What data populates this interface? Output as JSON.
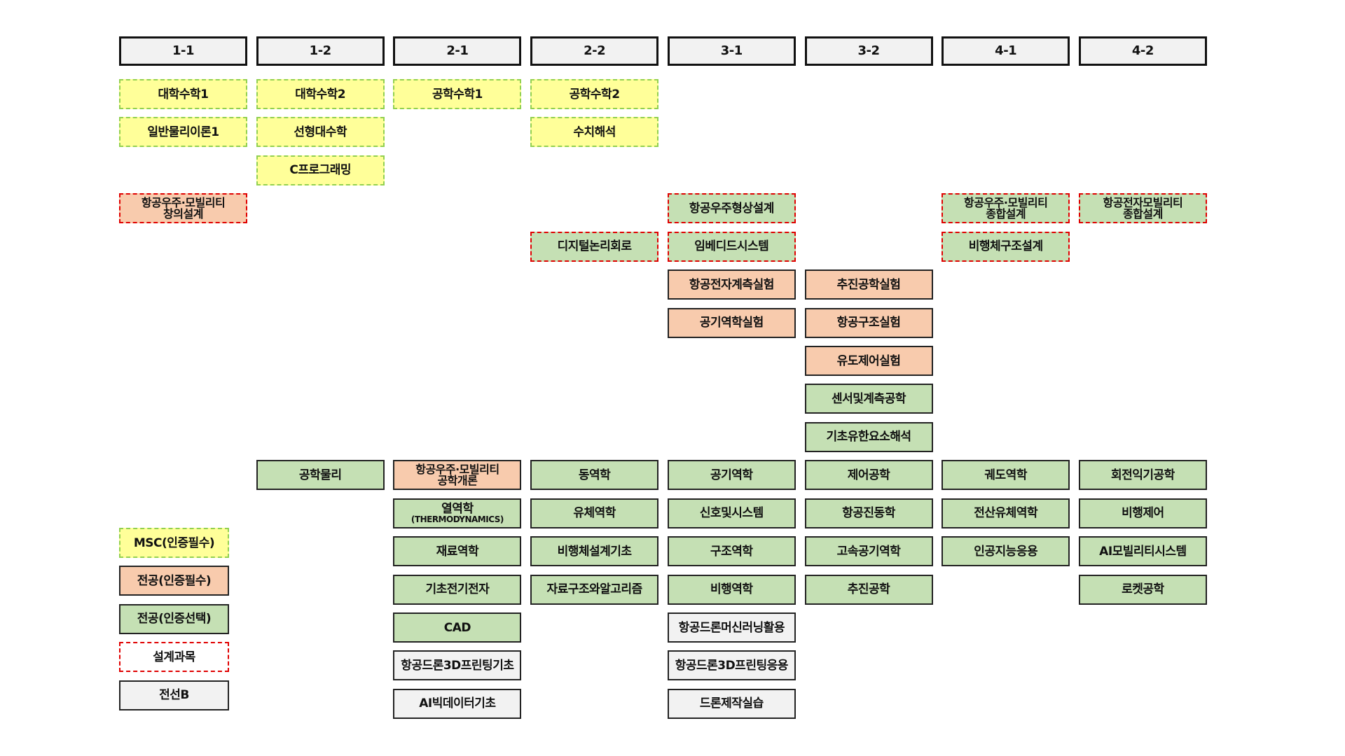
{
  "semesters": [
    "1-1",
    "1-2",
    "2-1",
    "2-2",
    "3-1",
    "3-2",
    "4-1",
    "4-2"
  ],
  "colors": {
    "msc": "#ffff99",
    "required": "#f8cbad",
    "selective": "#c5e0b4",
    "elective": "#f2f2f2",
    "design_border": "#e00000",
    "msc_border": "#92d050"
  },
  "courses": [
    {
      "col": 0,
      "row": 1,
      "type": "msc",
      "lines": [
        "대학수학1"
      ]
    },
    {
      "col": 1,
      "row": 1,
      "type": "msc",
      "lines": [
        "대학수학2"
      ]
    },
    {
      "col": 2,
      "row": 1,
      "type": "msc",
      "lines": [
        "공학수학1"
      ]
    },
    {
      "col": 3,
      "row": 1,
      "type": "msc",
      "lines": [
        "공학수학2"
      ]
    },
    {
      "col": 0,
      "row": 2,
      "type": "msc",
      "lines": [
        "일반물리이론1"
      ]
    },
    {
      "col": 1,
      "row": 2,
      "type": "msc",
      "lines": [
        "선형대수학"
      ]
    },
    {
      "col": 3,
      "row": 2,
      "type": "msc",
      "lines": [
        "수치해석"
      ]
    },
    {
      "col": 1,
      "row": 3,
      "type": "msc",
      "lines": [
        "C프로그래밍"
      ]
    },
    {
      "col": 0,
      "row": 4,
      "type": "reqdesign",
      "lines": [
        "항공우주·모빌리티",
        "창의설계"
      ]
    },
    {
      "col": 4,
      "row": 4,
      "type": "seldesign",
      "lines": [
        "항공우주형상설계"
      ]
    },
    {
      "col": 6,
      "row": 4,
      "type": "seldesign",
      "lines": [
        "항공우주·모빌리티",
        "종합설계"
      ]
    },
    {
      "col": 7,
      "row": 4,
      "type": "seldesign",
      "lines": [
        "항공전자모빌리티",
        "종합설계"
      ]
    },
    {
      "col": 3,
      "row": 5,
      "type": "seldesign",
      "lines": [
        "디지털논리회로"
      ]
    },
    {
      "col": 4,
      "row": 5,
      "type": "seldesign",
      "lines": [
        "임베디드시스템"
      ]
    },
    {
      "col": 6,
      "row": 5,
      "type": "seldesign",
      "lines": [
        "비행체구조설계"
      ]
    },
    {
      "col": 4,
      "row": 6,
      "type": "req",
      "lines": [
        "항공전자계측실험"
      ]
    },
    {
      "col": 5,
      "row": 6,
      "type": "req",
      "lines": [
        "추진공학실험"
      ]
    },
    {
      "col": 4,
      "row": 7,
      "type": "req",
      "lines": [
        "공기역학실험"
      ]
    },
    {
      "col": 5,
      "row": 7,
      "type": "req",
      "lines": [
        "항공구조실험"
      ]
    },
    {
      "col": 5,
      "row": 8,
      "type": "req",
      "lines": [
        "유도제어실험"
      ]
    },
    {
      "col": 5,
      "row": 9,
      "type": "sel",
      "lines": [
        "센서및계측공학"
      ]
    },
    {
      "col": 5,
      "row": 10,
      "type": "sel",
      "lines": [
        "기초유한요소해석"
      ]
    },
    {
      "col": 1,
      "row": 11,
      "type": "sel",
      "lines": [
        "공학물리"
      ]
    },
    {
      "col": 2,
      "row": 11,
      "type": "req",
      "lines": [
        "항공우주·모빌리티",
        "공학개론"
      ]
    },
    {
      "col": 3,
      "row": 11,
      "type": "sel",
      "lines": [
        "동역학"
      ]
    },
    {
      "col": 4,
      "row": 11,
      "type": "sel",
      "lines": [
        "공기역학"
      ]
    },
    {
      "col": 5,
      "row": 11,
      "type": "sel",
      "lines": [
        "제어공학"
      ]
    },
    {
      "col": 6,
      "row": 11,
      "type": "sel",
      "lines": [
        "궤도역학"
      ]
    },
    {
      "col": 7,
      "row": 11,
      "type": "sel",
      "lines": [
        "회전익기공학"
      ]
    },
    {
      "col": 2,
      "row": 12,
      "type": "sel",
      "lines": [
        "열역학"
      ],
      "sub": "(THERMODYNAMICS)"
    },
    {
      "col": 3,
      "row": 12,
      "type": "sel",
      "lines": [
        "유체역학"
      ]
    },
    {
      "col": 4,
      "row": 12,
      "type": "sel",
      "lines": [
        "신호및시스템"
      ]
    },
    {
      "col": 5,
      "row": 12,
      "type": "sel",
      "lines": [
        "항공진동학"
      ]
    },
    {
      "col": 6,
      "row": 12,
      "type": "sel",
      "lines": [
        "전산유체역학"
      ]
    },
    {
      "col": 7,
      "row": 12,
      "type": "sel",
      "lines": [
        "비행제어"
      ]
    },
    {
      "col": 2,
      "row": 13,
      "type": "sel",
      "lines": [
        "재료역학"
      ]
    },
    {
      "col": 3,
      "row": 13,
      "type": "sel",
      "lines": [
        "비행체설계기초"
      ]
    },
    {
      "col": 4,
      "row": 13,
      "type": "sel",
      "lines": [
        "구조역학"
      ]
    },
    {
      "col": 5,
      "row": 13,
      "type": "sel",
      "lines": [
        "고속공기역학"
      ]
    },
    {
      "col": 6,
      "row": 13,
      "type": "sel",
      "lines": [
        "인공지능응용"
      ]
    },
    {
      "col": 7,
      "row": 13,
      "type": "sel",
      "lines": [
        "AI모빌리티시스템"
      ]
    },
    {
      "col": 2,
      "row": 14,
      "type": "sel",
      "lines": [
        "기초전기전자"
      ]
    },
    {
      "col": 3,
      "row": 14,
      "type": "sel",
      "lines": [
        "자료구조와알고리즘"
      ]
    },
    {
      "col": 4,
      "row": 14,
      "type": "sel",
      "lines": [
        "비행역학"
      ]
    },
    {
      "col": 5,
      "row": 14,
      "type": "sel",
      "lines": [
        "추진공학"
      ]
    },
    {
      "col": 7,
      "row": 14,
      "type": "sel",
      "lines": [
        "로켓공학"
      ]
    },
    {
      "col": 2,
      "row": 15,
      "type": "sel",
      "lines": [
        "CAD"
      ]
    },
    {
      "col": 4,
      "row": 15,
      "type": "elec",
      "lines": [
        "항공드론머신러닝활용"
      ]
    },
    {
      "col": 2,
      "row": 16,
      "type": "elec",
      "lines": [
        "항공드론3D프린팅기초"
      ]
    },
    {
      "col": 4,
      "row": 16,
      "type": "elec",
      "lines": [
        "항공드론3D프린팅응용"
      ]
    },
    {
      "col": 2,
      "row": 17,
      "type": "elec",
      "lines": [
        "AI빅데이터기초"
      ]
    },
    {
      "col": 4,
      "row": 17,
      "type": "elec",
      "lines": [
        "드론제작실습"
      ]
    }
  ],
  "legend": [
    {
      "type": "msc",
      "label": "MSC(인증필수)"
    },
    {
      "type": "req",
      "label": "전공(인증필수)"
    },
    {
      "type": "sel",
      "label": "전공(인증선택)"
    },
    {
      "type": "design",
      "label": "설계과목"
    },
    {
      "type": "elec",
      "label": "전선B"
    }
  ]
}
